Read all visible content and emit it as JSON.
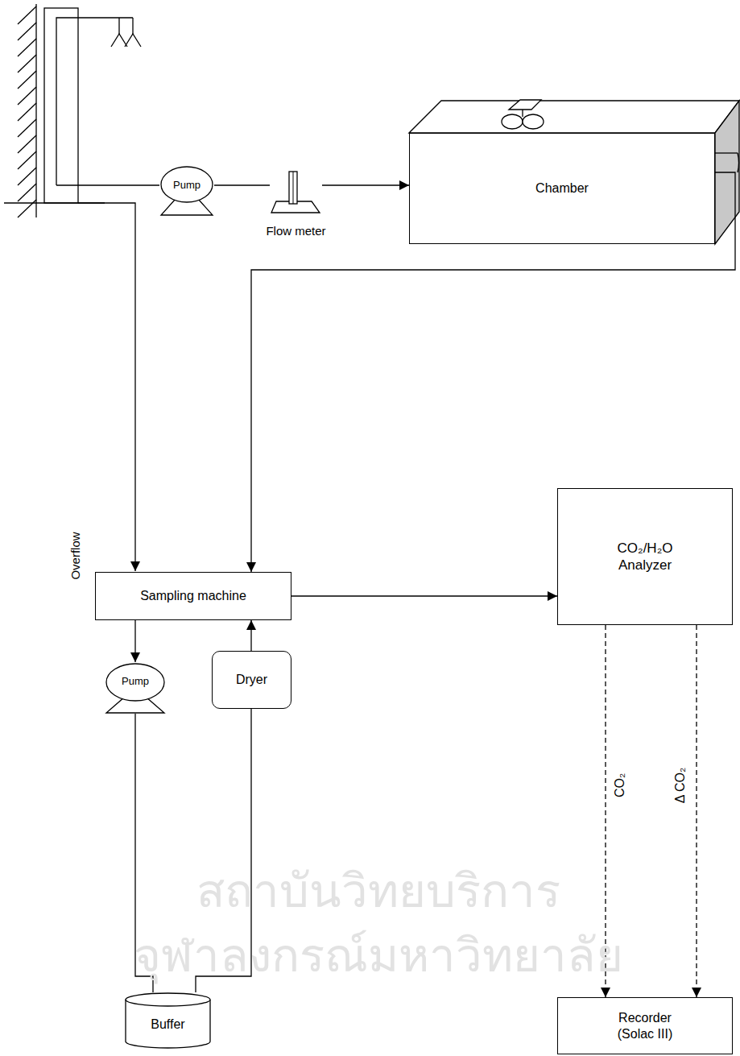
{
  "diagram": {
    "nodes": [
      {
        "text": [
          "Pump"
        ]
      },
      {
        "text": [
          "Flow meter"
        ]
      },
      {
        "text": [
          "Chamber"
        ]
      },
      {
        "text": [
          "Sampling machine"
        ]
      },
      {
        "text": [
          "CO₂/H₂O Analyzer"
        ]
      },
      {
        "text": [
          "Pump"
        ]
      },
      {
        "text": [
          "Dryer"
        ]
      },
      {
        "text": [
          "Buffer"
        ]
      },
      {
        "text": [
          "Recorder (Solac III)"
        ]
      }
    ],
    "edges": [
      {
        "from": 0,
        "to": 1,
        "arrow": "none"
      },
      {
        "from": 1,
        "to": 2,
        "arrow": "to"
      },
      {
        "from": 2,
        "to": 3,
        "arrow": "to"
      },
      {
        "from": 3,
        "to": 4,
        "arrow": "to"
      },
      {
        "from": 3,
        "to": 5,
        "arrow": "to"
      },
      {
        "from": 5,
        "to": 7,
        "arrow": "none"
      },
      {
        "from": 7,
        "to": 6,
        "arrow": "none"
      },
      {
        "from": 6,
        "to": 3,
        "arrow": "to"
      },
      {
        "from": 4,
        "to": 8,
        "label": "CO₂",
        "arrow": "to"
      },
      {
        "from": 4,
        "to": 8,
        "label": "Δ CO₂",
        "arrow": "to"
      }
    ],
    "labels": [
      "Overflow",
      "สถาบันวิทยบริการ",
      "จุฬาลงกรณ์มหาวิทยาลัย"
    ]
  }
}
